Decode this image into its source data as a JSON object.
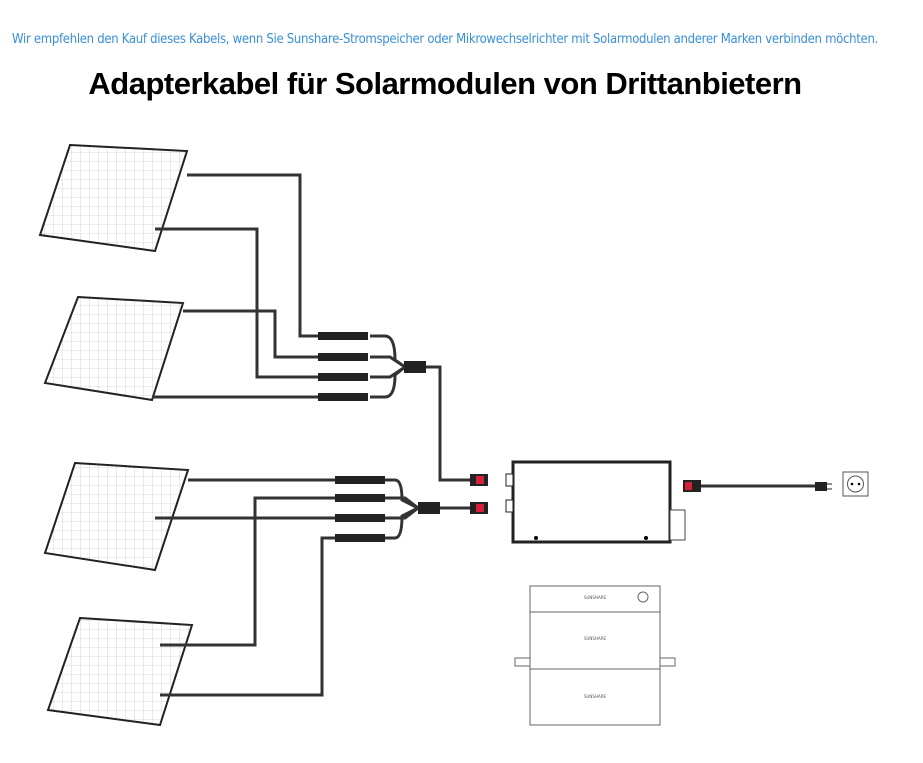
{
  "header": {
    "subtitle": "Wir empfehlen den Kauf dieses Kabels, wenn Sie Sunshare-Stromspeicher oder Mikrowechselrichter mit Solarmodulen anderer Marken verbinden möchten.",
    "title": "Adapterkabel für Solarmodulen von Drittanbietern"
  },
  "diagram": {
    "battery_brand": "SUNSHARE",
    "connector_color": "#d4203a",
    "wire_color": "#333333",
    "panel_count": 4
  }
}
